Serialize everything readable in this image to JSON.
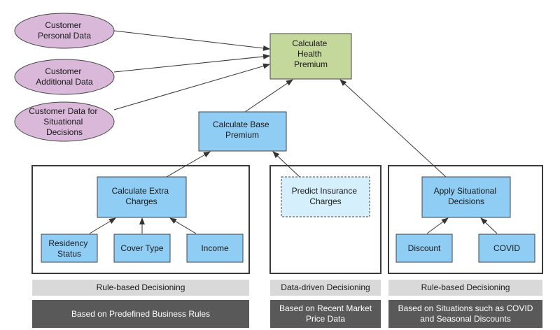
{
  "nodes": {
    "customer_personal_data": [
      "Customer",
      "Personal Data"
    ],
    "customer_additional_data": [
      "Customer",
      "Additional Data"
    ],
    "customer_situational_data": [
      "Customer Data for",
      "Situational",
      "Decisions"
    ],
    "calculate_health_premium": [
      "Calculate",
      "Health",
      "Premium"
    ],
    "calculate_base_premium": [
      "Calculate Base",
      "Premium"
    ],
    "calculate_extra_charges": [
      "Calculate Extra",
      "Charges"
    ],
    "predict_insurance_charges": [
      "Predict Insurance",
      "Charges"
    ],
    "apply_situational_decisions": [
      "Apply Situational",
      "Decisions"
    ],
    "residency_status": [
      "Residency",
      "Status"
    ],
    "cover_type": [
      "Cover Type"
    ],
    "income": [
      "Income"
    ],
    "discount": [
      "Discount"
    ],
    "covid": [
      "COVID"
    ]
  },
  "captions": {
    "rule_based_1": "Rule-based Decisioning",
    "data_driven": "Data-driven Decisioning",
    "rule_based_2": "Rule-based Decisioning",
    "predefined_rules": "Based on Predefined Business Rules",
    "market_price": [
      "Based on Recent Market",
      "Price Data"
    ],
    "situations": [
      "Based on Situations such as COVID",
      "and Seasonal Discounts"
    ]
  },
  "colors": {
    "input_fill": "#d9b8d9",
    "health_fill": "#c4d89b",
    "decision_fill": "#8fcdf5",
    "predict_fill": "#d6effc"
  }
}
